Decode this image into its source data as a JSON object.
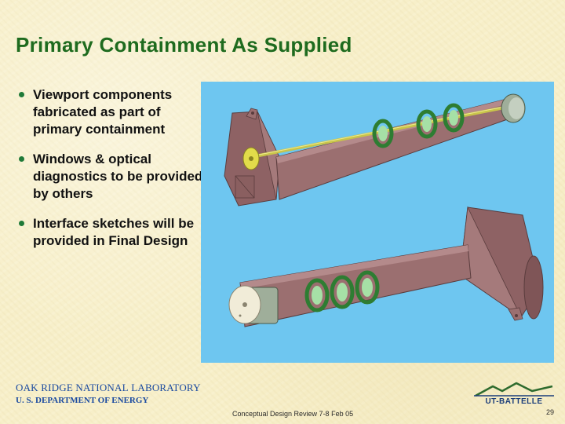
{
  "slide": {
    "title": "Primary Containment As Supplied",
    "bullets": [
      "Viewport components fabricated as part of primary containment",
      "Windows & optical diagnostics to be provided by others",
      "Interface sketches will be provided in Final Design"
    ]
  },
  "footer": {
    "org": {
      "o": "O",
      "ak": "AK",
      "r": "R",
      "idge": "IDGE",
      "n": "N",
      "ational": "ATIONAL",
      "l": "L",
      "aboratory": "ABORATORY"
    },
    "dept": {
      "u": "U. S. D",
      "epartment": "EPARTMENT",
      "of": " OF ",
      "e": "E",
      "nergy": "NERGY"
    },
    "review": "Conceptual Design Review 7-8 Feb 05",
    "page_number": "29",
    "logo_text": "UT-BATTELLE"
  },
  "colors": {
    "title": "#1e6b1e",
    "footer_text": "#1a4aa0",
    "panel_background": "#6ec6f0",
    "containment_body": "#9b6f70",
    "flange_green": "#2e7d32",
    "rod_yellow": "#c9c54a"
  },
  "icons": [
    "bullet-dot-icon",
    "mountain-logo-icon"
  ]
}
